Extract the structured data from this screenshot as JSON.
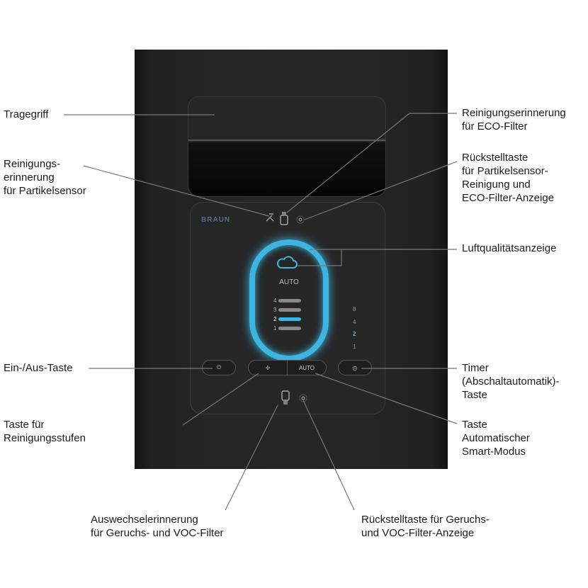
{
  "device": {
    "brand": "BRAUN",
    "display_mode": "AUTO",
    "fan_levels": [
      "4",
      "3",
      "2",
      "1"
    ],
    "active_fan_level": "2",
    "timer_levels": [
      "8",
      "4",
      "2",
      "1"
    ],
    "active_timer_level": "2",
    "auto_button": "AUTO",
    "accent_color": "#3cb6e0"
  },
  "labels": {
    "carry_handle": "Tragegriff",
    "particle_sensor_reminder": "Reinigungs-\nerinnerung\nfür Partikelsensor",
    "eco_filter_reminder": "Reinigungserinnerung\nfür ECO-Filter",
    "reset_particle_eco": "Rückstelltaste\nfür Partikelsensor-\nReinigung und\nECO-Filter-Anzeige",
    "air_quality": "Luftqualitätsanzeige",
    "power": "Ein-/Aus-Taste",
    "timer": "Timer\n(Abschaltautomatik)-\nTaste",
    "fan_speed": "Taste für\nReinigungsstufen",
    "auto_mode": "Taste\nAutomatischer\nSmart-Modus",
    "odor_filter_reminder": "Auswechselerinnerung\nfür Geruchs- und VOC-Filter",
    "odor_filter_reset": "Rückstelltaste für Geruchs-\nund VOC-Filter-Anzeige"
  }
}
